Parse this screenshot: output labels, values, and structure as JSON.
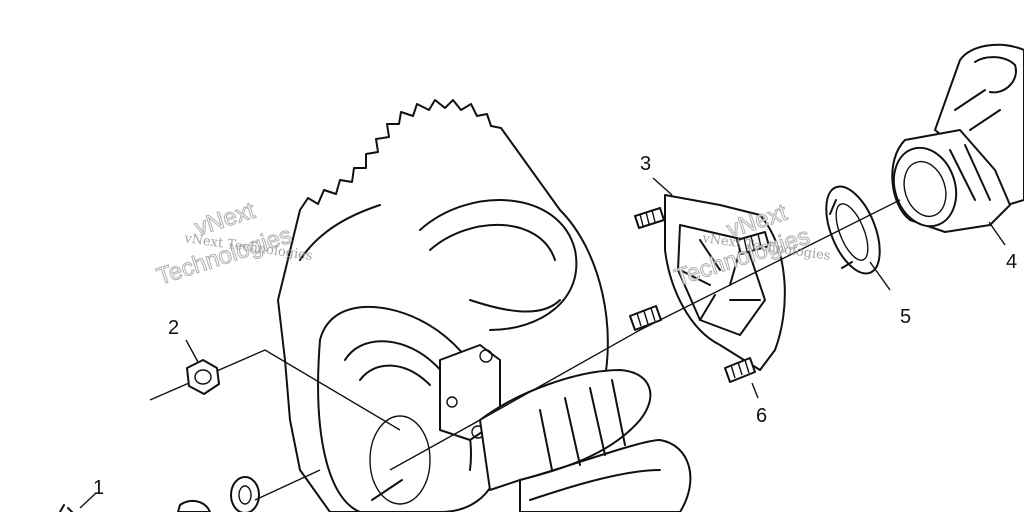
{
  "diagram": {
    "callouts": [
      {
        "id": "1",
        "label": "1"
      },
      {
        "id": "2",
        "label": "2"
      },
      {
        "id": "3",
        "label": "3"
      },
      {
        "id": "4",
        "label": "4"
      },
      {
        "id": "5",
        "label": "5"
      },
      {
        "id": "6",
        "label": "6"
      }
    ],
    "watermark": {
      "line_small": "vNext Technologies",
      "line_large_1": "vNext",
      "line_large_2": "Technologies"
    }
  }
}
